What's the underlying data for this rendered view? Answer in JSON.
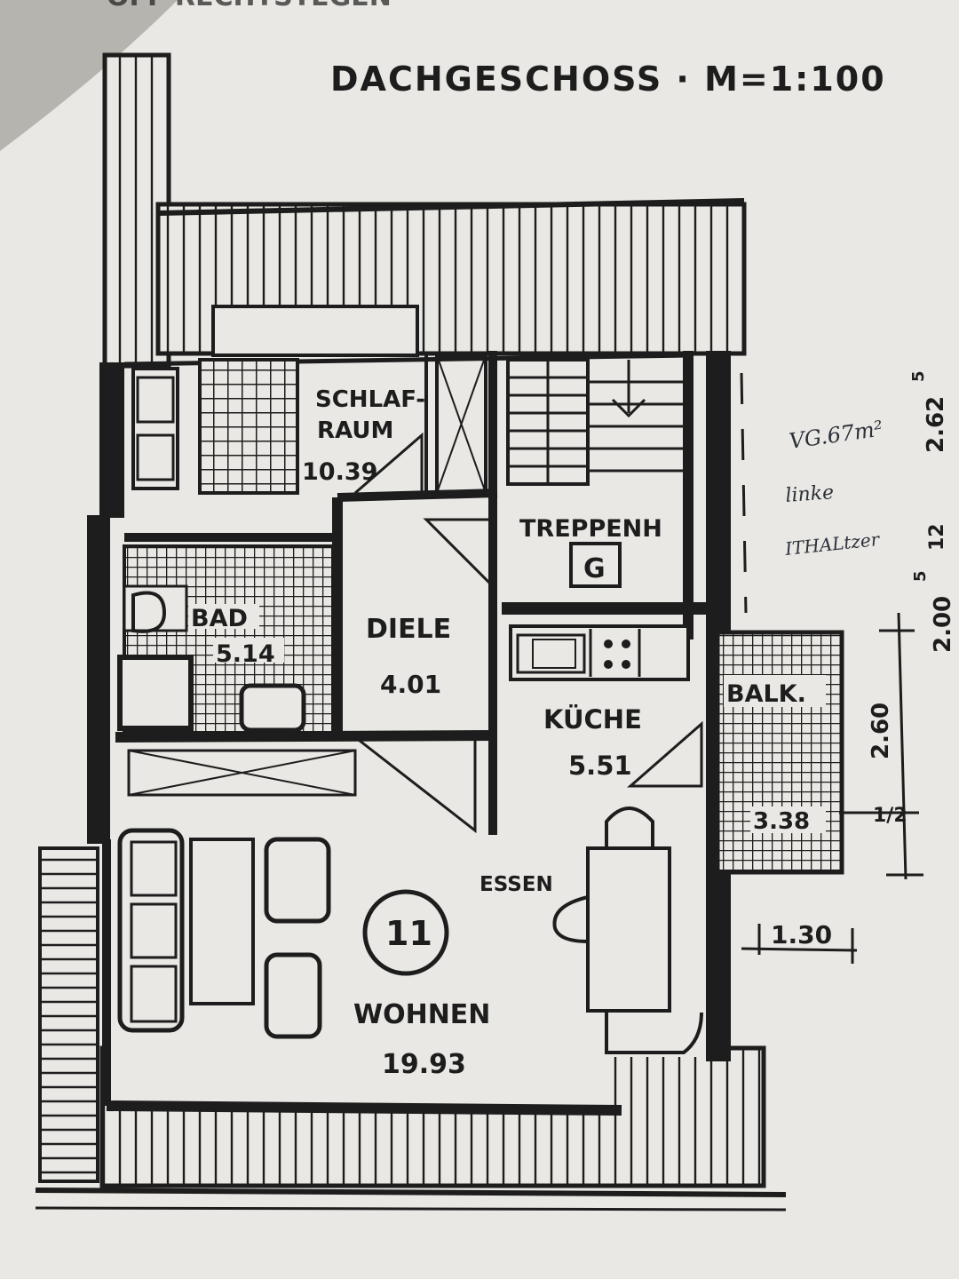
{
  "header": {
    "cut_text": "OFF RECHTSTEGEN",
    "title": "DACHGESCHOSS · M=1:100"
  },
  "rooms": {
    "schlafraum": {
      "name_line1": "SCHLAF-",
      "name_line2": "RAUM",
      "area": "10.39"
    },
    "treppenhaus": {
      "name": "TREPPENH",
      "marker": "G"
    },
    "bad": {
      "name": "BAD",
      "area": "5.14"
    },
    "diele": {
      "name": "DIELE",
      "area": "4.01"
    },
    "kueche": {
      "name": "KÜCHE",
      "area": "5.51"
    },
    "balkon": {
      "name": "BALK.",
      "area": "3.38"
    },
    "essen": {
      "name": "ESSEN"
    },
    "wohnen": {
      "name": "WOHNEN",
      "area": "19.93"
    }
  },
  "apartment_number": "11",
  "dimensions": {
    "balcony_width": "1.30",
    "balcony_depth": "2.60",
    "half": "1/2",
    "right_top": "2.62",
    "right_top_sup": "5",
    "right_mid": "2.00",
    "right_mid_sup": "5",
    "right_mid2": "12"
  },
  "handwritten_notes": [
    "VG.67m²",
    "linke",
    "ITHALtzer"
  ],
  "colors": {
    "paper": "#e9e8e4",
    "ink": "#1d1d1d"
  }
}
